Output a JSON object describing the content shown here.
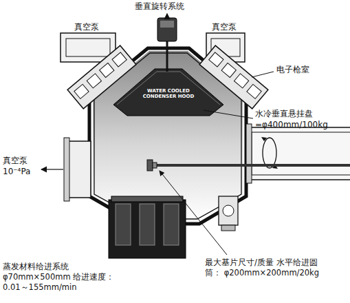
{
  "diagram": {
    "labels": [
      "垂直旋转系统",
      "真空泵",
      "真空泵",
      "电子枪室",
      "WATER COOLED CONDENSER HOOD",
      "水冷垂直悬挂盘 =φ400mm/100kg",
      "真空泵 10⁻⁴Pa",
      "蒸发材料给进系统 φ70mm×500mm 给进速度：0.01～155mm/min",
      "最大基片尺寸/质量 水平给进圆筒： φ200mm×200mm/20kg"
    ]
  }
}
